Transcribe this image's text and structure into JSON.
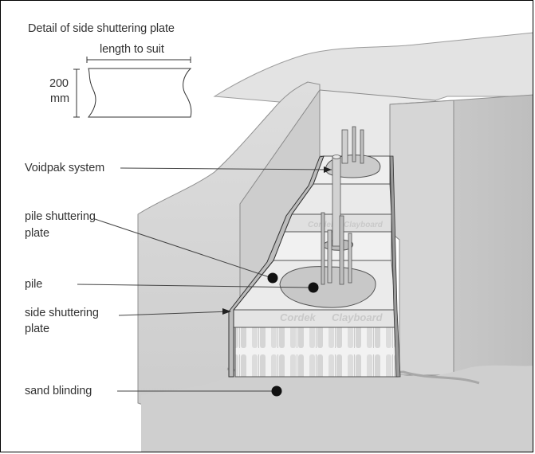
{
  "detail": {
    "title": "Detail of side shuttering plate",
    "length_label": "length to suit",
    "height_value": "200",
    "height_unit": "mm"
  },
  "callouts": {
    "voidpak": "Voidpak system",
    "pile_shuttering_line1": "pile shuttering",
    "pile_shuttering_line2": "plate",
    "pile": "pile",
    "side_shuttering_line1": "side shuttering",
    "side_shuttering_line2": "plate",
    "sand_blinding": "sand blinding"
  },
  "colors": {
    "ground_light": "#e6e6e6",
    "ground_mid": "#d3d3d3",
    "ground_dark": "#bdbdbd",
    "board_top": "#eeeeee",
    "board_side": "#e2e2e2",
    "outline": "#444444",
    "marker": "#111111"
  }
}
